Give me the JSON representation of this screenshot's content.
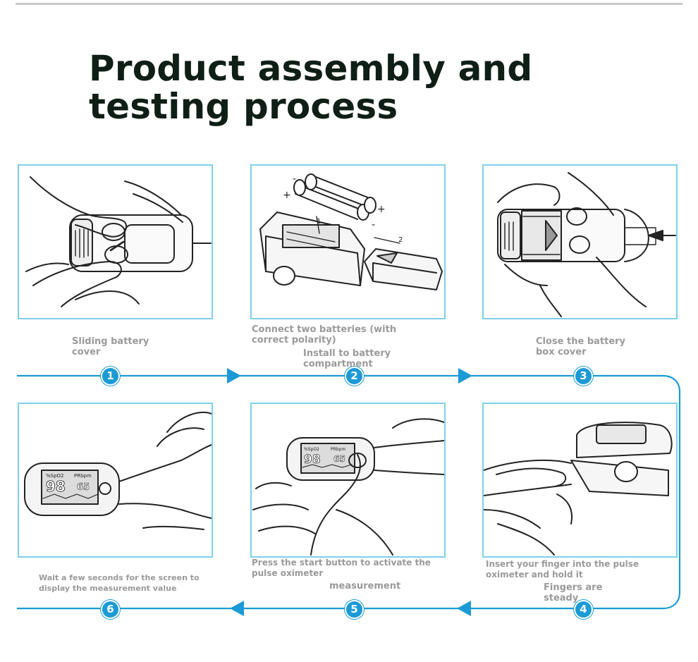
{
  "title": "Product assembly and testing process",
  "steps": [
    {
      "number": "1",
      "label": "Sliding battery cover"
    },
    {
      "number": "2",
      "label": "Install to battery compartment",
      "sublabel": "Connect two batteries (with correct polarity)"
    },
    {
      "number": "3",
      "label": "Close the battery box cover"
    },
    {
      "number": "4",
      "label": "Fingers are steady",
      "sublabel": "Insert your finger into the pulse oximeter and hold it"
    },
    {
      "number": "5",
      "label": "measurement",
      "sublabel": "Press the start button to activate the pulse oximeter"
    },
    {
      "number": "6",
      "label": "Wait a few seconds for the screen to display the measurement value"
    }
  ],
  "illustration_text": {
    "minus_top": "-",
    "plus_left": "+",
    "plus_right": "+",
    "minus_bottom": "-",
    "part_1": "1",
    "part_2": "2",
    "display_spo2": "%SpO2",
    "display_prbpm": "PRbpm",
    "display_spo2_value": "98",
    "display_pr_value": "65"
  },
  "colors": {
    "flow_line": "#1c9ad6",
    "panel_border": "#7fcfea",
    "title": "#0f1f17",
    "caption": "#9a9a9a"
  }
}
